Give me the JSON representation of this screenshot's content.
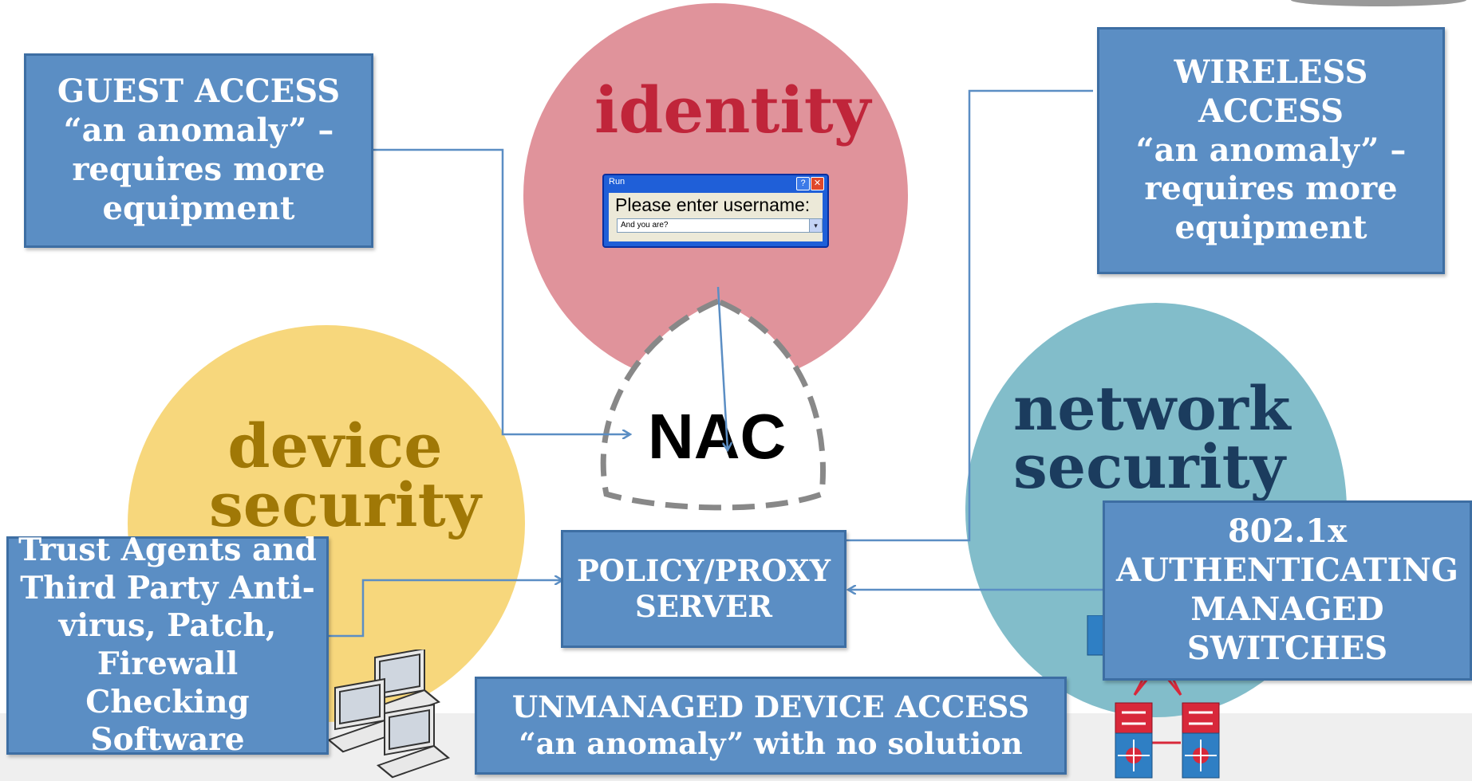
{
  "circles": {
    "identity": {
      "label": "identity",
      "color": "#e0939b",
      "text_color": "#c0253a"
    },
    "device": {
      "label_line1": "device",
      "label_line2": "security",
      "color": "#f7d77c",
      "text_color": "#a07806"
    },
    "network": {
      "label_line1": "network",
      "label_line2": "security",
      "color": "#82bdca",
      "text_color": "#1b3c5e"
    }
  },
  "center": {
    "label": "NAC"
  },
  "run_dialog": {
    "title": "Run",
    "help_button": "?",
    "close_button": "✕",
    "prompt": "Please enter username:",
    "input_value": "And you are?",
    "dropdown_glyph": "▾"
  },
  "boxes": {
    "guest": {
      "lines": [
        "GUEST ACCESS",
        "“an anomaly” –",
        "requires more",
        "equipment"
      ]
    },
    "wireless": {
      "lines": [
        "WIRELESS",
        "ACCESS",
        "“an anomaly” –",
        "requires more",
        "equipment"
      ]
    },
    "trust": {
      "lines": [
        "Trust Agents and",
        "Third Party Anti-",
        "virus, Patch,",
        "Firewall Checking",
        "Software"
      ]
    },
    "policy": {
      "lines": [
        "POLICY/PROXY",
        "SERVER"
      ]
    },
    "switches": {
      "lines": [
        "802.1x",
        "AUTHENTICATING",
        "MANAGED",
        "SWITCHES"
      ]
    },
    "unmanaged": {
      "lines": [
        "UNMANAGED DEVICE ACCESS",
        "“an anomaly” with no solution"
      ]
    }
  },
  "colors": {
    "box_fill": "#5b8ec4",
    "box_border": "#3d6ea3",
    "connector": "#5b8ec4",
    "dashed_outline": "#888888",
    "switch_red": "#d8283a",
    "switch_blue": "#2f7fc4"
  },
  "icons": [
    "laptop-icon",
    "network-switch-icon"
  ]
}
